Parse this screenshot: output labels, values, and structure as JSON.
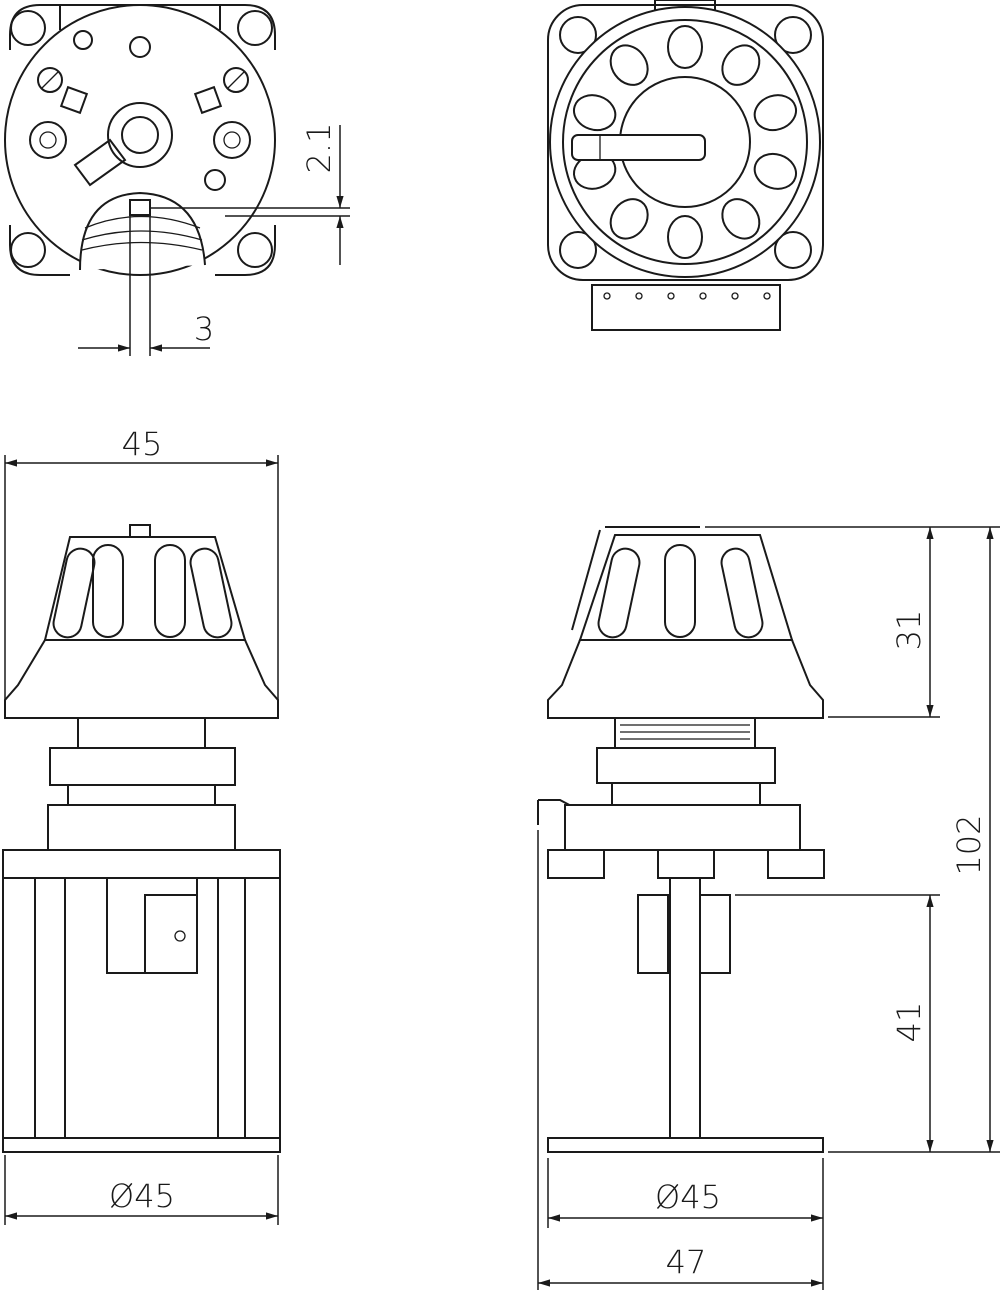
{
  "drawing": {
    "views": [
      "rear-view",
      "front-view",
      "side-view-left",
      "side-view-right"
    ],
    "dimensions": {
      "slot_depth": "2.1",
      "slot_width": "3",
      "knob_width": "45",
      "base_diameter_left": "Ø45",
      "knob_height": "31",
      "total_height": "102",
      "body_height": "41",
      "base_diameter_right": "Ø45",
      "total_width": "47"
    },
    "line_color": "#1a1a1a"
  }
}
